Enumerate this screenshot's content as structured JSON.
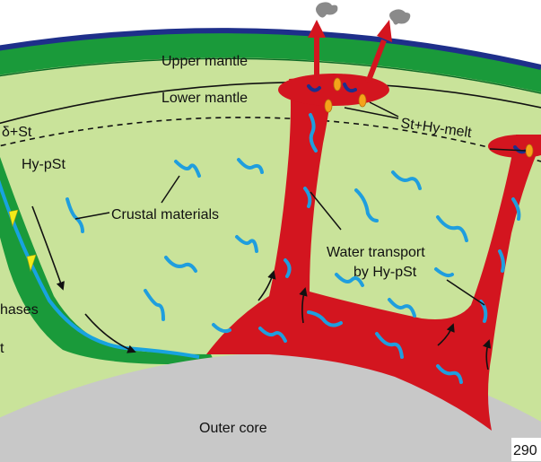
{
  "labels": {
    "upper_mantle": "Upper mantle",
    "lower_mantle": "Lower mantle",
    "delta_st": "δ+St",
    "hy_pst": "Hy-pSt",
    "crustal_materials": "Crustal materials",
    "st_hy_melt": "St+Hy-melt",
    "water_transport_1": "Water transport",
    "water_transport_2": "by Hy-pSt",
    "phases_fragment": "hases",
    "t_fragment": "t",
    "outer_core": "Outer core",
    "depth_fragment": "290"
  },
  "colors": {
    "lower_mantle_fill": "#c9e39a",
    "upper_mantle_fill": "#c9e39a",
    "crust_band": "#1a9a3a",
    "surface_line": "#1e2f8a",
    "slab_green": "#1a9a3a",
    "slab_top_blue": "#18a3df",
    "plume_red": "#d3151f",
    "core_gray": "#c8c8c8",
    "squiggle_blue": "#1f9ede",
    "squiggle_navy": "#1c2f8e",
    "droplet_orange": "#f5a31a",
    "slab_arrow_yellow": "#f2ec1a",
    "volcanic_smoke": "#8a8a8a"
  },
  "icons": {
    "volcanic_smoke": "smoke-puff-icon",
    "crustal_fragment": "squiggle-icon",
    "melt_droplet": "droplet-icon"
  }
}
